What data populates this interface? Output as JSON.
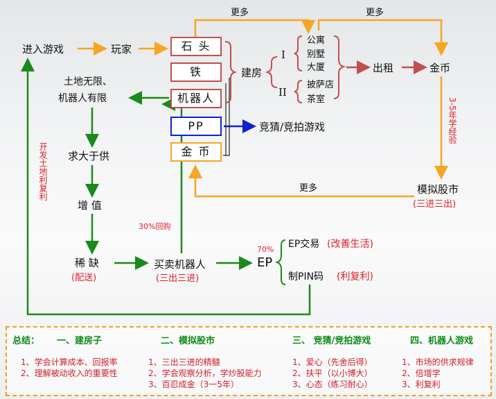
{
  "flow": {
    "enter_game": "进入游戏",
    "player": "玩家",
    "more1": "更多",
    "more2": "更多",
    "more3": "更多",
    "box_stone": "石 头",
    "box_iron": "铁",
    "box_robot": "机器人",
    "box_pp": "PP",
    "box_gold": "金 币",
    "build_house": "建房",
    "tier1": "I",
    "tier2": "II",
    "apartment": "公寓",
    "villa": "别墅",
    "tower": "大厦",
    "pizza": "披萨店",
    "teahouse": "茶室",
    "rent": "出租",
    "gold": "金币",
    "bidding_game": "竞猜/竞拍游戏",
    "experience": "3-5年学经验",
    "stock_sim": "模拟股市",
    "stock_sim_note": "(三进三出)",
    "land_line1": "土地无限、",
    "land_line2": "机器人有限",
    "demand": "求大于供",
    "appreciate": "增 值",
    "scarce": "稀 缺",
    "scarce_note": "(配送)",
    "trade_robot": "买卖机器人",
    "trade_note": "(三出三进)",
    "buyback": "30%回购",
    "pct70": "70%",
    "ep": "EP",
    "ep_trade": "EP交易",
    "ep_trade_note": "(改善生活)",
    "pin": "制PIN码",
    "pin_note": "(利复利)",
    "develop": "开发土地利复利"
  },
  "summary": {
    "title": "总结：",
    "columns": [
      {
        "heading": "一、建房子",
        "items": [
          "1、学会计算成本、回报率",
          "2、理解被动收入的重要性"
        ]
      },
      {
        "heading": "二、模拟股市",
        "items": [
          "1、三出三进的精髓",
          "2、学会观察分析，学炒股能力",
          "3、百忍成金（3一5年）"
        ]
      },
      {
        "heading": "三、 竞猜/竞拍游戏",
        "items": [
          "1、爱心（先舍后得）",
          "2、扶平（以小博大）",
          "3、心态（练习耐心）"
        ]
      },
      {
        "heading": "四、机器人游戏",
        "items": [
          "1、市场的供求规律",
          "2、倍增学",
          "3、利复利"
        ]
      }
    ]
  },
  "colors": {
    "orange": "#f5a623",
    "red": "#c0504d",
    "green": "#1a8a1a",
    "blue": "#1020d0"
  }
}
